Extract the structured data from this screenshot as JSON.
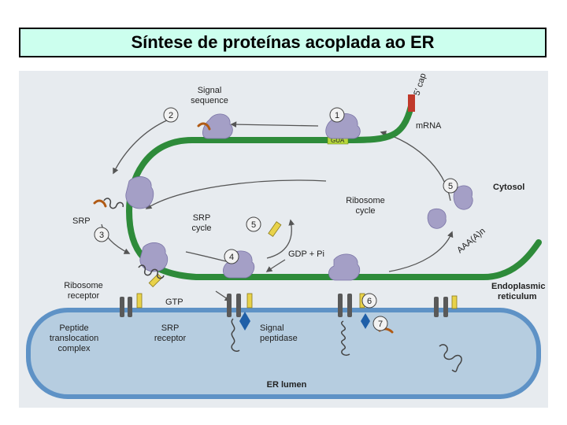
{
  "title": "Síntese de proteínas acoplada ao ER",
  "labels": {
    "signal_sequence": [
      "Signal",
      "sequence"
    ],
    "cap": "5′ cap",
    "mrna": "mRNA",
    "gua": "GUA",
    "cytosol": "Cytosol",
    "ribosome_cycle": [
      "Ribosome",
      "cycle"
    ],
    "srp": "SRP",
    "srp_cycle": [
      "SRP",
      "cycle"
    ],
    "polya": "AAA(A)n",
    "gdp": "GDP + Pi",
    "ribosome_receptor": [
      "Ribosome",
      "receptor"
    ],
    "gtp": "GTP",
    "er": [
      "Endoplasmic",
      "reticulum"
    ],
    "peptide_complex": [
      "Peptide",
      "translocation",
      "complex"
    ],
    "srp_receptor": [
      "SRP",
      "receptor"
    ],
    "signal_peptidase": [
      "Signal",
      "peptidase"
    ],
    "er_lumen": "ER lumen"
  },
  "steps": [
    "1",
    "2",
    "3",
    "4",
    "5",
    "6",
    "7"
  ],
  "colors": {
    "title_bg": "#ccffee",
    "panel_bg": "#e7ebef",
    "mrna_green": "#2e8b3a",
    "ribosome": "#a49fc6",
    "er_fill": "#b6cde0",
    "er_membrane": "#5e92c6",
    "cap_red": "#c0392b",
    "srp_yellow": "#e8d24a"
  }
}
